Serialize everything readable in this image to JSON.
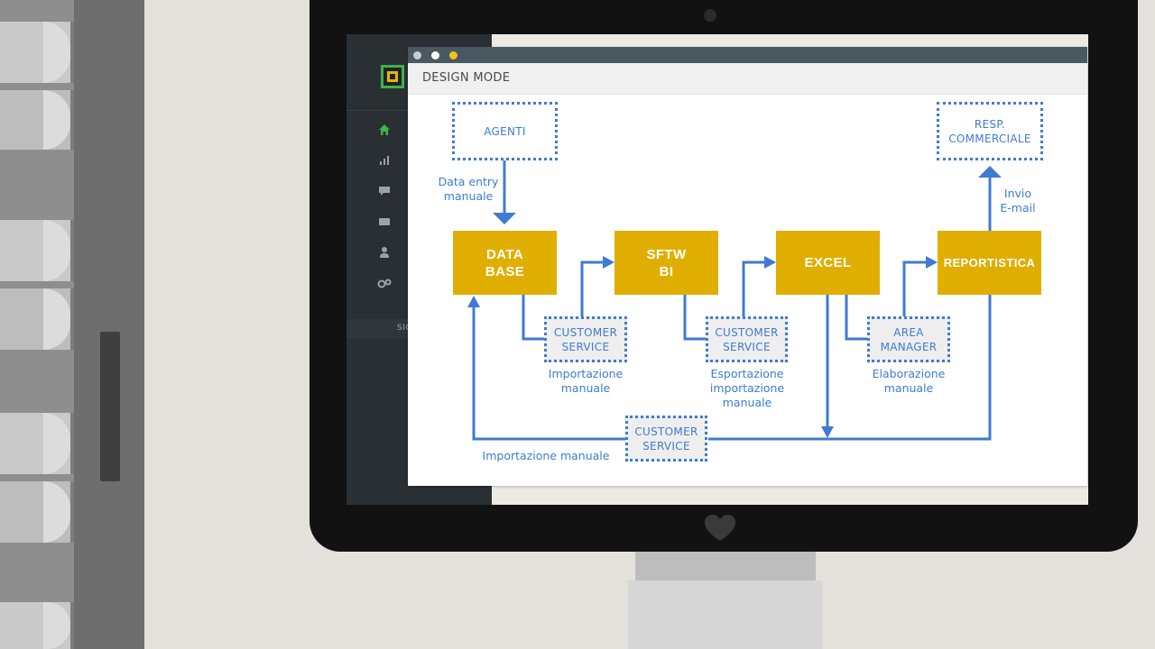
{
  "app": {
    "window_title": "DESIGN MODE",
    "sidebar_sign_label": "SIG"
  },
  "sidebar": {
    "icons": [
      "home-icon",
      "chart-icon",
      "chat-icon",
      "card-icon",
      "user-icon",
      "settings-icon"
    ],
    "accent": "#3bb54a"
  },
  "diagram": {
    "nodes": {
      "database": "DATA\nBASE",
      "sftw_bi": "SFTW\nBI",
      "excel": "EXCEL",
      "reportistica": "REPORTISTICA",
      "agenti": "AGENTI",
      "resp_commerciale": "RESP.\nCOMMERCIALE",
      "customer_service_1": "CUSTOMER\nSERVICE",
      "customer_service_2": "CUSTOMER\nSERVICE",
      "area_manager": "AREA\nMANAGER",
      "customer_service_3": "CUSTOMER\nSERVICE"
    },
    "labels": {
      "data_entry": "Data entry\nmanuale",
      "invio": "Invio\nE-mail",
      "importazione_1": "Importazione\nmanuale",
      "esportazione": "Esportazione\nimportazione\nmanuale",
      "elaborazione": "Elaborazione\nmanuale",
      "importazione_bottom": "Importazione manuale"
    },
    "colors": {
      "process": "#e0ae00",
      "flow": "#3f7bd0"
    }
  }
}
